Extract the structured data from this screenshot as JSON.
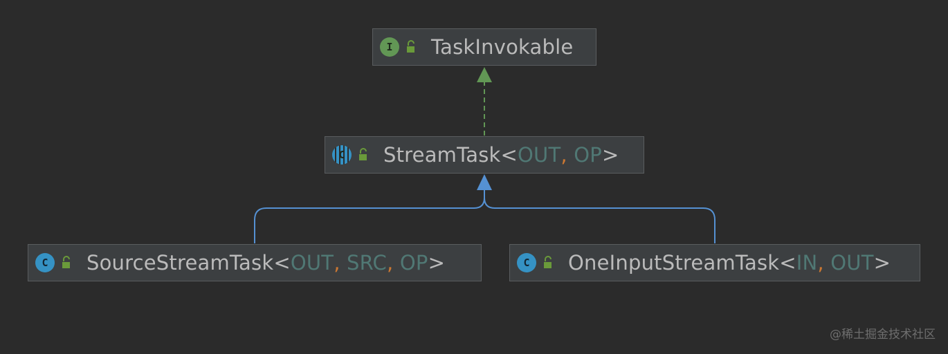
{
  "diagram": {
    "nodes": {
      "task_invokable": {
        "kind": "interface",
        "badge": "I",
        "name": "TaskInvokable"
      },
      "stream_task": {
        "kind": "abstract-class",
        "badge": "C",
        "name": "StreamTask",
        "type_params": [
          "OUT",
          "OP"
        ]
      },
      "source_stream_task": {
        "kind": "class",
        "badge": "C",
        "name": "SourceStreamTask",
        "type_params": [
          "OUT",
          "SRC",
          "OP"
        ]
      },
      "one_input_stream_task": {
        "kind": "class",
        "badge": "C",
        "name": "OneInputStreamTask",
        "type_params": [
          "IN",
          "OUT"
        ]
      }
    },
    "edges": [
      {
        "from": "stream_task",
        "to": "task_invokable",
        "relation": "implements",
        "style": "dashed",
        "color": "#629755"
      },
      {
        "from": "source_stream_task",
        "to": "stream_task",
        "relation": "extends",
        "style": "solid",
        "color": "#5591d3"
      },
      {
        "from": "one_input_stream_task",
        "to": "stream_task",
        "relation": "extends",
        "style": "solid",
        "color": "#5591d3"
      }
    ],
    "colors": {
      "background": "#2b2b2b",
      "node_fill": "#3c3f41",
      "node_border": "#5a5d5f",
      "text": "#bbbbbb",
      "type_param": "#507874",
      "comma": "#cc7832",
      "interface_badge": "#629755",
      "class_badge": "#3592c4",
      "lock_icon": "#6a9a3a"
    }
  },
  "syntax": {
    "lt": "<",
    "gt": ">",
    "sep": ","
  },
  "watermark": "@稀土掘金技术社区"
}
